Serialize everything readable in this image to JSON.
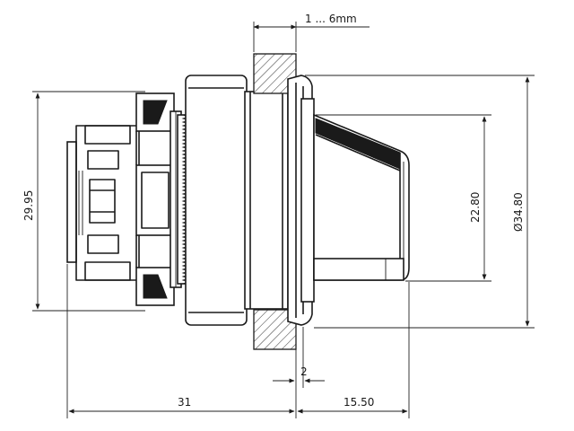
{
  "dimensions": {
    "panel_thickness": "1 ... 6mm",
    "body_height": "29.95",
    "actuator_height": "22.80",
    "bezel_diameter": "Ø34.80",
    "gap": "2",
    "rear_length": "31",
    "front_length": "15.50"
  }
}
